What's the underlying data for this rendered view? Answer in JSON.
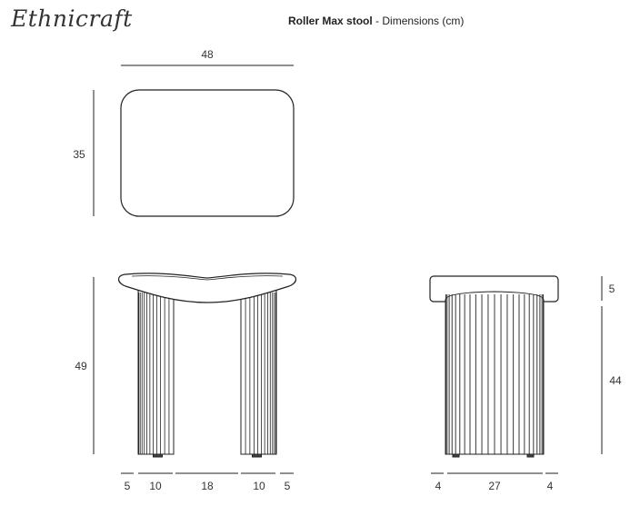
{
  "brand": "Ethnicraft",
  "header": {
    "product": "Roller Max stool",
    "separator": " - ",
    "subtitle": "Dimensions (cm)"
  },
  "top_view": {
    "width": "48",
    "depth": "35"
  },
  "front_view": {
    "height": "49",
    "segments": [
      "5",
      "10",
      "18",
      "10",
      "5"
    ]
  },
  "side_view": {
    "seat_height": "5",
    "base_height": "44",
    "segments": [
      "4",
      "27",
      "4"
    ]
  }
}
